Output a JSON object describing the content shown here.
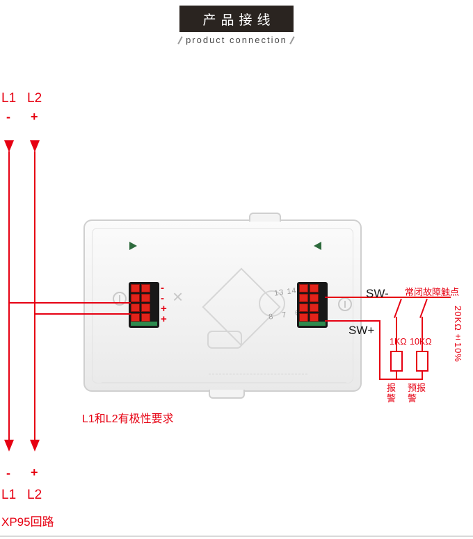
{
  "header": {
    "title": "产品接线",
    "subtitle": "product connection"
  },
  "loop": {
    "l1": "L1",
    "l2": "L2",
    "minus": "-",
    "plus": "+",
    "loop_name": "XP95回路",
    "polarity_note": "L1和L2有极性要求"
  },
  "device": {
    "terminal_marks": [
      "-",
      "-",
      "+",
      "+"
    ],
    "mold_numbers_top": "13 14 15 16",
    "mold_numbers_bottom": "8 7 6 5",
    "mold_cross": "×"
  },
  "switch_circuit": {
    "sw_minus": "SW-",
    "sw_plus": "SW+",
    "contact_label": "常闭故障触点",
    "resistor1": "1KΩ",
    "resistor2": "10KΩ",
    "eol_spec": "20KΩ±10%",
    "alarm_label": "报警",
    "prealarm_label": "预报警"
  },
  "colors": {
    "wire_red": "#e60012",
    "banner_bg": "#2a2420",
    "terminal_green": "#2e8b4f"
  }
}
